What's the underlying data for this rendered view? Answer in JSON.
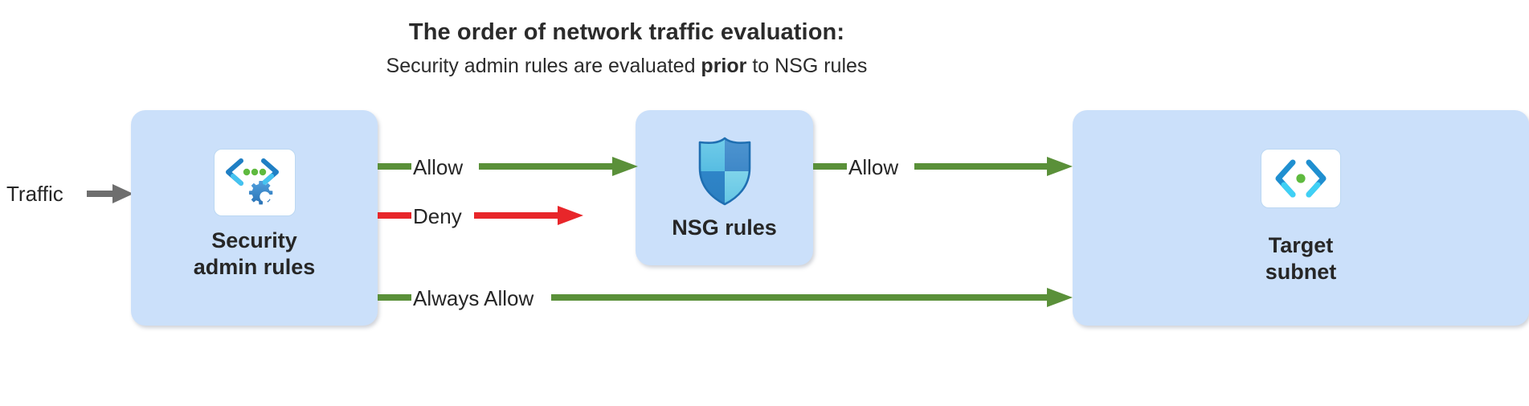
{
  "heading": {
    "title": "The order of network traffic evaluation:",
    "subtitle_before": "Security admin rules are evaluated ",
    "subtitle_bold": "prior",
    "subtitle_after": " to NSG rules"
  },
  "traffic": {
    "label": "Traffic",
    "arrow_color": "#6e6e6e"
  },
  "nodes": [
    {
      "id": "security-admin-rules",
      "label": "Security\nadmin rules",
      "icon": "code-brackets-gear-icon",
      "fill": "#cbe0fa"
    },
    {
      "id": "nsg-rules",
      "label": "NSG rules",
      "icon": "shield-icon",
      "fill": "#cbe0fa"
    },
    {
      "id": "target-subnet",
      "label": "Target\nsubnet",
      "icon": "code-brackets-dot-icon",
      "fill": "#cbe0fa"
    }
  ],
  "connectors": [
    {
      "id": "allow-to-nsg",
      "label": "Allow",
      "color": "#5a9039",
      "from": "security-admin-rules",
      "to": "nsg-rules"
    },
    {
      "id": "deny",
      "label": "Deny",
      "color": "#e8262a",
      "from": "security-admin-rules",
      "to": ""
    },
    {
      "id": "allow-to-target",
      "label": "Allow",
      "color": "#5a9039",
      "from": "nsg-rules",
      "to": "target-subnet"
    },
    {
      "id": "always-allow",
      "label": "Always Allow",
      "color": "#5a9039",
      "from": "security-admin-rules",
      "to": "target-subnet"
    }
  ],
  "colors": {
    "box_fill": "#cbe0fa",
    "allow_green": "#5a9039",
    "deny_red": "#e8262a",
    "traffic_gray": "#6e6e6e",
    "text": "#262626"
  }
}
